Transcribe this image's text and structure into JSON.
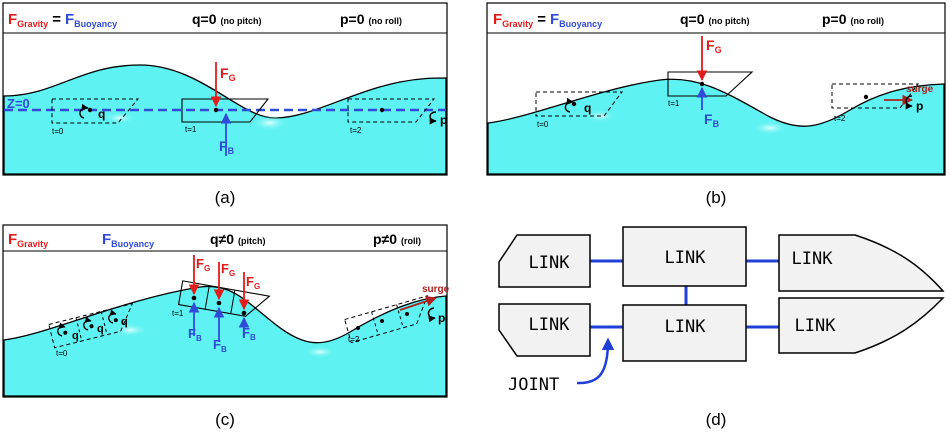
{
  "colors": {
    "water": "#5ff2f2",
    "water_light": "#c9fbfb",
    "gravity": "#e21b1b",
    "buoyancy": "#2f4bd8",
    "surge": "#b02020",
    "link_line": "#1f3fd6",
    "joint_arrow": "#1f3fd6",
    "frame": "#000000"
  },
  "icons": {
    "pitch": "curved-arrow-icon",
    "roll": "curved-arrow-icon",
    "joint": "curved-pointer-arrow-icon"
  },
  "panel_a": {
    "header": {
      "f_main": "F",
      "gravity_sub": "Gravity",
      "equals": "=",
      "buoyancy_sub": "Buoyancy",
      "q": "q=0",
      "q_note": "(no pitch)",
      "p": "p=0",
      "p_note": "(no roll)"
    },
    "z_label": "Z=0",
    "fg_sub": "G",
    "fb_sub": "B",
    "t0": "t=0",
    "t1": "t=1",
    "t2": "t=2",
    "q_marker": "q",
    "p_marker": "p",
    "caption": "(a)"
  },
  "panel_b": {
    "header": {
      "f_main": "F",
      "gravity_sub": "Gravity",
      "equals": "=",
      "buoyancy_sub": "Buoyancy",
      "q": "q=0",
      "q_note": "(no pitch)",
      "p": "p=0",
      "p_note": "(no roll)"
    },
    "fg_sub": "G",
    "fb_sub": "B",
    "t0": "t=0",
    "t1": "t=1",
    "t2": "t=2",
    "q_marker": "q",
    "p_marker": "p",
    "surge": "surge",
    "caption": "(b)"
  },
  "panel_c": {
    "header": {
      "f_main": "F",
      "gravity_sub": "Gravity",
      "buoyancy_sub": "Buoyancy",
      "q": "q≠0",
      "q_note": "(pitch)",
      "p": "p≠0",
      "p_note": "(roll)"
    },
    "fg_sub": "G",
    "fb_sub": "B",
    "t0": "t=0",
    "t1": "t=1",
    "t2": "t=2",
    "q_marker": "q",
    "p_marker": "p",
    "surge": "surge",
    "caption": "(c)"
  },
  "panel_d": {
    "link_label": "LINK",
    "joint_label": "JOINT",
    "caption": "(d)"
  }
}
